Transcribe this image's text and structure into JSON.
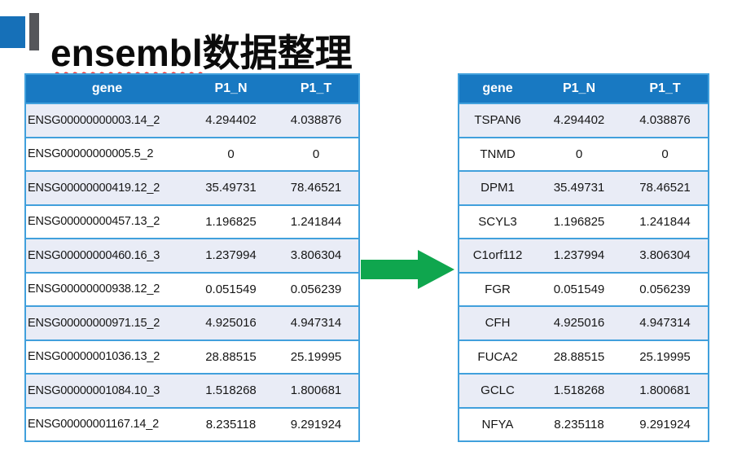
{
  "slide": {
    "title_latin": "ensembl",
    "title_cjk": "数据整理"
  },
  "colors": {
    "header_blue": "#1879C2",
    "table_border_blue": "#41A0DC",
    "row_alt_fill": "#E9ECF6",
    "arrow_green": "#0FA64E",
    "accent_square_blue": "#1670B8",
    "accent_bar_gray": "#55565A",
    "spellcheck_red": "#F04040"
  },
  "icons": {
    "arrow": "right-arrow"
  },
  "left_table": {
    "headers": [
      "gene",
      "P1_N",
      "P1_T"
    ],
    "rows": [
      [
        "ENSG00000000003.14_2",
        "4.294402",
        "4.038876"
      ],
      [
        "ENSG00000000005.5_2",
        "0",
        "0"
      ],
      [
        "ENSG00000000419.12_2",
        "35.49731",
        "78.46521"
      ],
      [
        "ENSG00000000457.13_2",
        "1.196825",
        "1.241844"
      ],
      [
        "ENSG00000000460.16_3",
        "1.237994",
        "3.806304"
      ],
      [
        "ENSG00000000938.12_2",
        "0.051549",
        "0.056239"
      ],
      [
        "ENSG00000000971.15_2",
        "4.925016",
        "4.947314"
      ],
      [
        "ENSG00000001036.13_2",
        "28.88515",
        "25.19995"
      ],
      [
        "ENSG00000001084.10_3",
        "1.518268",
        "1.800681"
      ],
      [
        "ENSG00000001167.14_2",
        "8.235118",
        "9.291924"
      ]
    ]
  },
  "right_table": {
    "headers": [
      "gene",
      "P1_N",
      "P1_T"
    ],
    "rows": [
      [
        "TSPAN6",
        "4.294402",
        "4.038876"
      ],
      [
        "TNMD",
        "0",
        "0"
      ],
      [
        "DPM1",
        "35.49731",
        "78.46521"
      ],
      [
        "SCYL3",
        "1.196825",
        "1.241844"
      ],
      [
        "C1orf112",
        "1.237994",
        "3.806304"
      ],
      [
        "FGR",
        "0.051549",
        "0.056239"
      ],
      [
        "CFH",
        "4.925016",
        "4.947314"
      ],
      [
        "FUCA2",
        "28.88515",
        "25.19995"
      ],
      [
        "GCLC",
        "1.518268",
        "1.800681"
      ],
      [
        "NFYA",
        "8.235118",
        "9.291924"
      ]
    ]
  }
}
